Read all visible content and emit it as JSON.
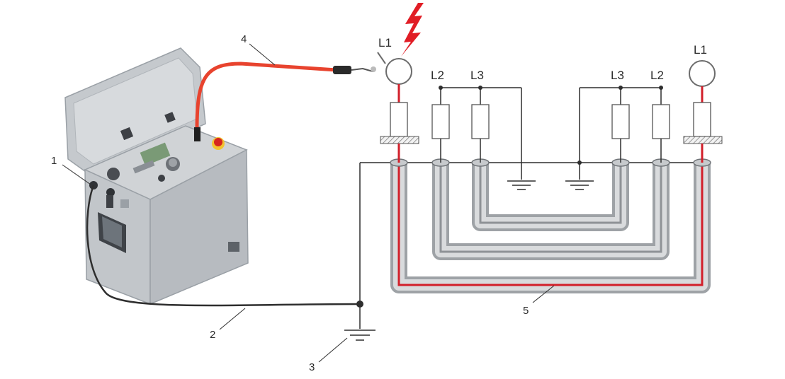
{
  "colors": {
    "background": "#ffffff",
    "device_body": "#cfd2d6",
    "device_dark": "#555a60",
    "cable_red": "#e8432e",
    "cable_core_red": "#d21f2a",
    "sheath_gray": "#b9bcbf",
    "wire_dark": "#2e2e2e",
    "lightning_red": "#e11d25"
  },
  "labels": {
    "l1_left": "L1",
    "l2_left": "L2",
    "l3_left": "L3",
    "l3_right": "L3",
    "l2_right": "L2",
    "l1_right": "L1"
  },
  "callouts": {
    "c1": "1",
    "c2": "2",
    "c3": "3",
    "c4": "4",
    "c5": "5"
  },
  "icons": {
    "device": "surge-generator-device-icon",
    "ground": "ground-symbol-icon",
    "lightning": "lightning-bolt-icon"
  }
}
